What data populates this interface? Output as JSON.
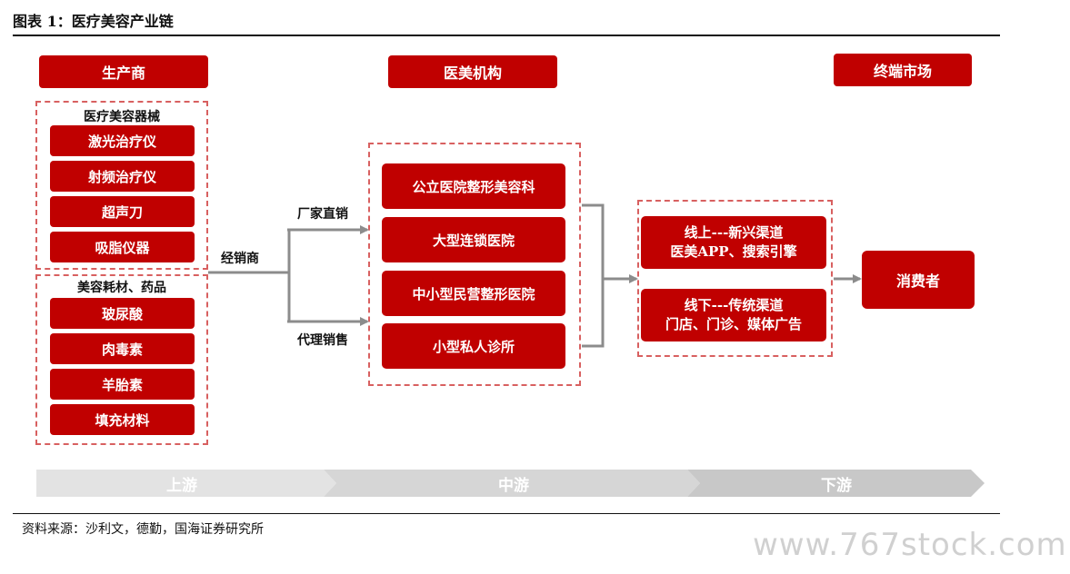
{
  "figure": {
    "title": "图表 1：医疗美容产业链",
    "source": "资料来源：沙利文，德勤，国海证券研究所",
    "watermark": "www.767stock.com"
  },
  "headers": {
    "producer": "生产商",
    "institution": "医美机构",
    "market": "终端市场"
  },
  "producer": {
    "devices": {
      "label": "医疗美容器械",
      "items": [
        "激光治疗仪",
        "射频治疗仪",
        "超声刀",
        "吸脂仪器"
      ]
    },
    "consumables": {
      "label": "美容耗材、药品",
      "items": [
        "玻尿酸",
        "肉毒素",
        "羊胎素",
        "填充材料"
      ]
    }
  },
  "flow": {
    "distributor": "经销商",
    "direct": "厂家直销",
    "agent": "代理销售"
  },
  "institutions": [
    "公立医院整形美容科",
    "大型连锁医院",
    "中小型民营整形医院",
    "小型私人诊所"
  ],
  "channels": {
    "online": {
      "line1": "线上---新兴渠道",
      "line2": "医美APP、搜索引擎"
    },
    "offline": {
      "line1": "线下---传统渠道",
      "line2": "门店、门诊、媒体广告"
    }
  },
  "consumer": "消费者",
  "stages": [
    "上游",
    "中游",
    "下游"
  ],
  "colors": {
    "accent": "#c00000",
    "dashed": "#d86060",
    "connector": "#8c8c8c",
    "stage_light": "#e3e3e3",
    "stage_mid": "#d6d6d6",
    "stage_dark": "#c8c8c8"
  }
}
